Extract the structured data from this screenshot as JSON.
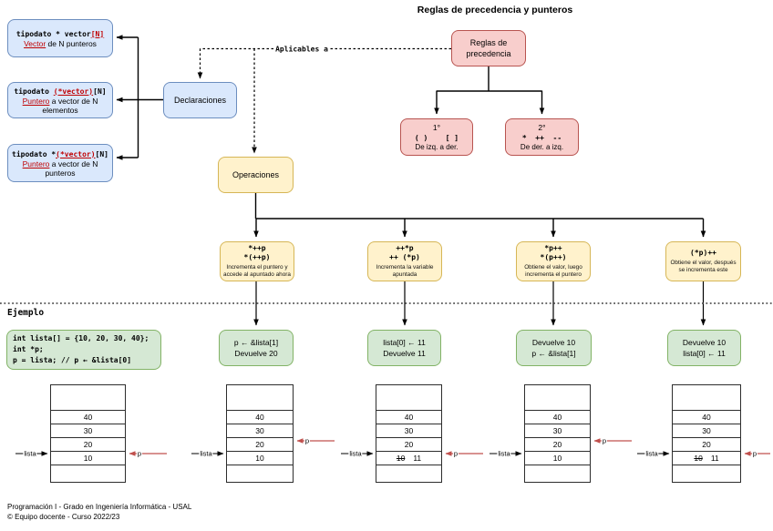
{
  "title": "Reglas de precedencia y punteros",
  "aplicables_label": "Aplicables a",
  "declarations": {
    "hub": "Declaraciones",
    "boxes": [
      {
        "code_pre": "tipodato * vector",
        "code_red": "[N]",
        "code_post": "",
        "desc_red": "Vector",
        "desc_rest": " de N punteros"
      },
      {
        "code_pre": "tipodato ",
        "code_red": "(*vector)",
        "code_post": "[N]",
        "desc_red": "Puntero",
        "desc_rest": " a vector de N elementos"
      },
      {
        "code_pre": "tipodato *",
        "code_red": "(*vector)",
        "code_post": "[N]",
        "desc_red": "Puntero",
        "desc_rest": " a vector de N punteros"
      }
    ]
  },
  "precedence": {
    "root": "Reglas de precedencia",
    "rules": [
      {
        "order": "1°",
        "operators": "( )    [ ]",
        "direction": "De izq. a der."
      },
      {
        "order": "2°",
        "operators": "*  ++  --",
        "direction": "De der. a izq."
      }
    ]
  },
  "operations": {
    "hub": "Operaciones",
    "boxes": [
      {
        "expr1": "*++p",
        "expr2": "*(++p)",
        "desc": "Incrementa el puntero y accede al apuntado ahora"
      },
      {
        "expr1": "++*p",
        "expr2": "++ (*p)",
        "desc": "Incrementa la variable apuntada"
      },
      {
        "expr1": "*p++",
        "expr2": "*(p++)",
        "desc": "Obtiene el valor, luego incrementa el puntero"
      },
      {
        "expr1": "(*p)++",
        "expr2": "",
        "desc": "Obtiene el valor, después se incrementa este"
      }
    ]
  },
  "example": {
    "label": "Ejemplo",
    "code": "int lista[] = {10, 20, 30, 40};\nint *p;\np = lista; // p ← &lista[0]",
    "results": [
      {
        "line1": "p ← &lista[1]",
        "line2": "Devuelve 20"
      },
      {
        "line1": "lista[0] ← 11",
        "line2": "Devuelve 11"
      },
      {
        "line1": "Devuelve 10",
        "line2": "p ← &lista[1]"
      },
      {
        "line1": "Devuelve 10",
        "line2": "lista[0] ← 11"
      }
    ]
  },
  "memory": {
    "lista_label": "lista",
    "p_label": "p",
    "tables": [
      {
        "r40": "40",
        "r30": "30",
        "r20": "20",
        "r10": "10"
      },
      {
        "r40": "40",
        "r30": "30",
        "r20": "20",
        "r10": "10"
      },
      {
        "r40": "40",
        "r30": "30",
        "r20": "20",
        "r10_old": "10",
        "r10_new": "11"
      },
      {
        "r40": "40",
        "r30": "30",
        "r20": "20",
        "r10": "10"
      },
      {
        "r40": "40",
        "r30": "30",
        "r20": "20",
        "r10_old": "10",
        "r10_new": "11"
      }
    ]
  },
  "footer": {
    "line1": "Programación I - Grado en Ingeniería Informática - USAL",
    "line2": "© Equipo docente - Curso 2022/23"
  }
}
